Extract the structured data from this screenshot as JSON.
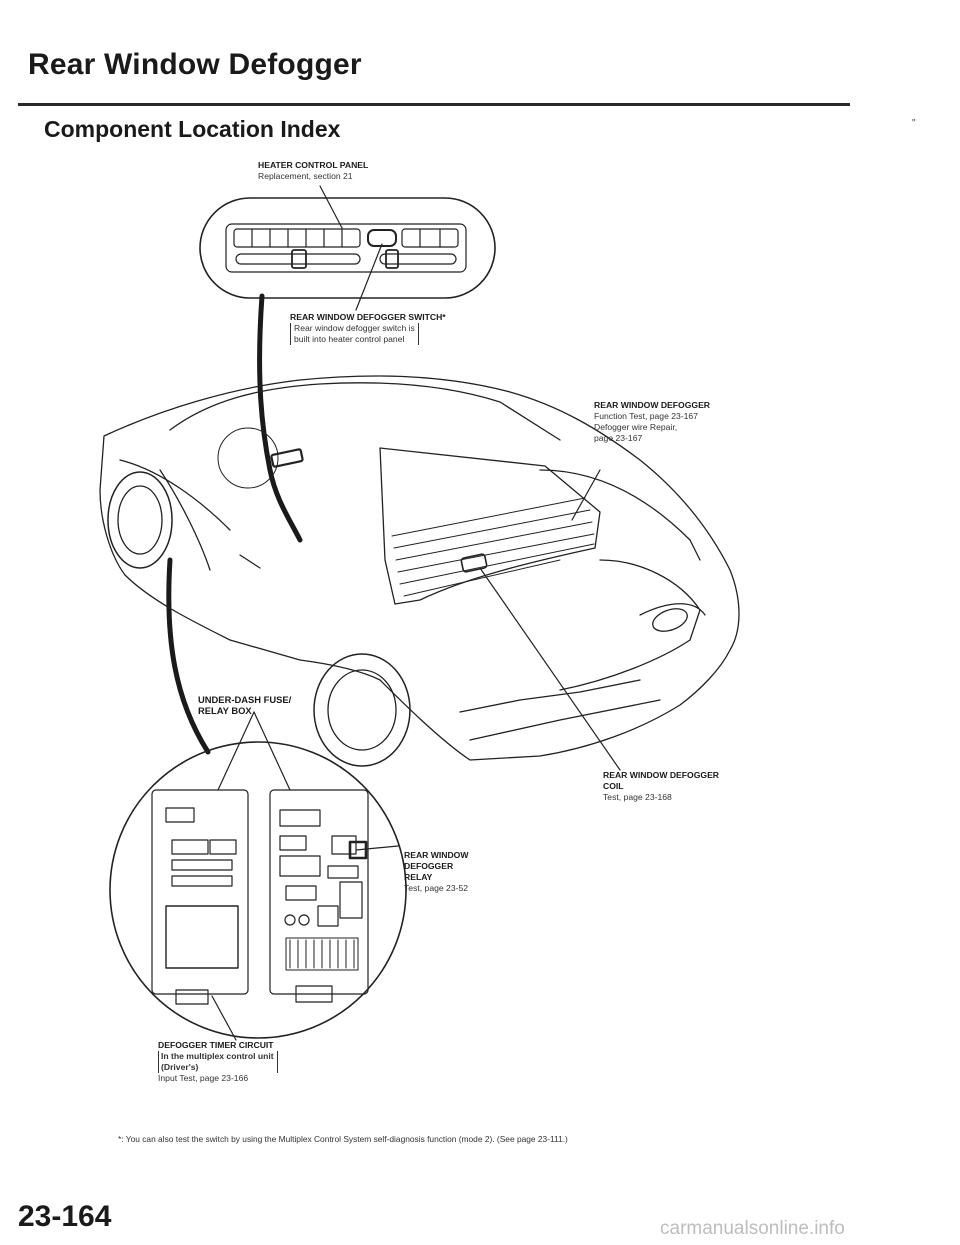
{
  "header": {
    "title": "Rear Window Defogger",
    "subtitle": "Component Location Index"
  },
  "labels": {
    "heater_panel": {
      "name": "HEATER CONTROL PANEL",
      "ref": "Replacement, section 21"
    },
    "defogger_switch": {
      "name": "REAR WINDOW DEFOGGER SWITCH*",
      "note1": "Rear window defogger switch is",
      "note2": "built into heater control panel"
    },
    "defogger": {
      "name": "REAR WINDOW DEFOGGER",
      "ref1": "Function Test, page 23-167",
      "ref2": "Defogger wire Repair,",
      "ref3": "page 23-167"
    },
    "underdash": {
      "name1": "UNDER-DASH FUSE/",
      "name2": "RELAY BOX"
    },
    "coil": {
      "name1": "REAR WINDOW DEFOGGER",
      "name2": "COIL",
      "ref": "Test, page 23-168"
    },
    "relay": {
      "name1": "REAR WINDOW",
      "name2": "DEFOGGER",
      "name3": "RELAY",
      "ref": "Test, page 23-52"
    },
    "timer": {
      "name": "DEFOGGER TIMER CIRCUIT",
      "note1": "In the multiplex control unit",
      "note2": "(Driver's)",
      "ref": "Input Test, page 23-166"
    }
  },
  "footnote": "*: You can also test the switch by using the Multiplex Control System self-diagnosis function (mode 2). (See page 23-111.)",
  "page_number": "23-164",
  "watermark": "carmanualsonline.info",
  "stray_mark": "\""
}
